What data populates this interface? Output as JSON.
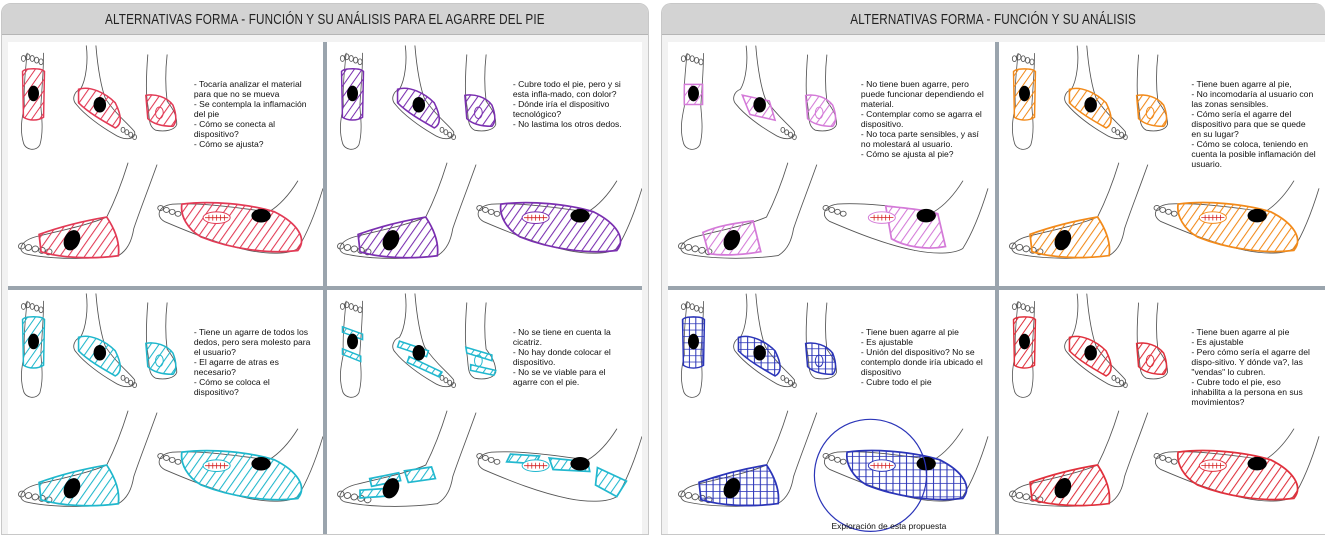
{
  "boards": [
    {
      "title": "ALTERNATIVAS FORMA - FUNCIÓN Y SU ANÁLISIS PARA EL AGARRE DEL PIE",
      "panels": [
        {
          "color": "#e23a55",
          "style": "stripes",
          "notes": [
            "- Tocaría analizar el material para que no se mueva",
            "- Se contempla la inflamación del pie",
            "- Cómo se conecta al dispositivo?",
            "- Cómo se ajusta?"
          ]
        },
        {
          "color": "#7a2fb0",
          "style": "stripes",
          "notes": [
            "- Cubre todo el pie, pero y si esta infla-mado, con dolor?",
            "- Dónde iría el dispositivo tecnológico?",
            "- No lastima los otros dedos."
          ]
        },
        {
          "color": "#1fb7cc",
          "style": "stripes",
          "notes": [
            "- Tiene un agarre de todos los dedos, pero sera molesto para el usuario?",
            "- El agarre de atras es necesario?",
            "- Cómo se coloca el dispositivo?"
          ]
        },
        {
          "color": "#22b8cf",
          "style": "straps",
          "notes": [
            "- No se tiene en cuenta la cicatriz.",
            "- No hay donde colocar el dispositivo.",
            "- No se ve viable para el agarre con el pie."
          ]
        }
      ]
    },
    {
      "title": "ALTERNATIVAS FORMA - FUNCIÓN Y SU ANÁLISIS",
      "panels": [
        {
          "color": "#d47ad8",
          "style": "band",
          "notes": [
            "- No tiene buen agarre, pero puede funcionar dependiendo el material.",
            "- Contemplar como se agarra el dispositivo.",
            "- No toca parte sensibles, y así no molestará al usuario.",
            "- Cómo se ajusta al pie?"
          ]
        },
        {
          "color": "#f28a1a",
          "style": "stripes",
          "notes": [
            "- Tiene buen agarre al pie,",
            "- No incomodaría al usuario con las zonas sensibles.",
            "- Cómo sería el agarre del dispositivo para que se quede en su lugar?",
            "- Cómo se coloca, teniendo en cuenta la posible inflamación del usuario."
          ]
        },
        {
          "color": "#2b35b8",
          "style": "cross",
          "notes": [
            "- Tiene buen agarre al pie",
            "- Es ajustable",
            "- Unión del dispositivo? No se contemplo donde iría ubicado el dispositivo",
            "- Cubre todo el pie"
          ],
          "caption": "Exploración de esta propuesta"
        },
        {
          "color": "#e0303c",
          "style": "stripes",
          "notes": [
            "- Tiene buen agarre al pie",
            "- Es ajustable",
            "- Pero cómo sería el agarre del dispo-sitivo. Y dónde va?, las \"vendas\" lo cubren.",
            "- Cubre todo el pie, eso inhabilita a la persona en sus movimientos?"
          ]
        }
      ]
    }
  ]
}
